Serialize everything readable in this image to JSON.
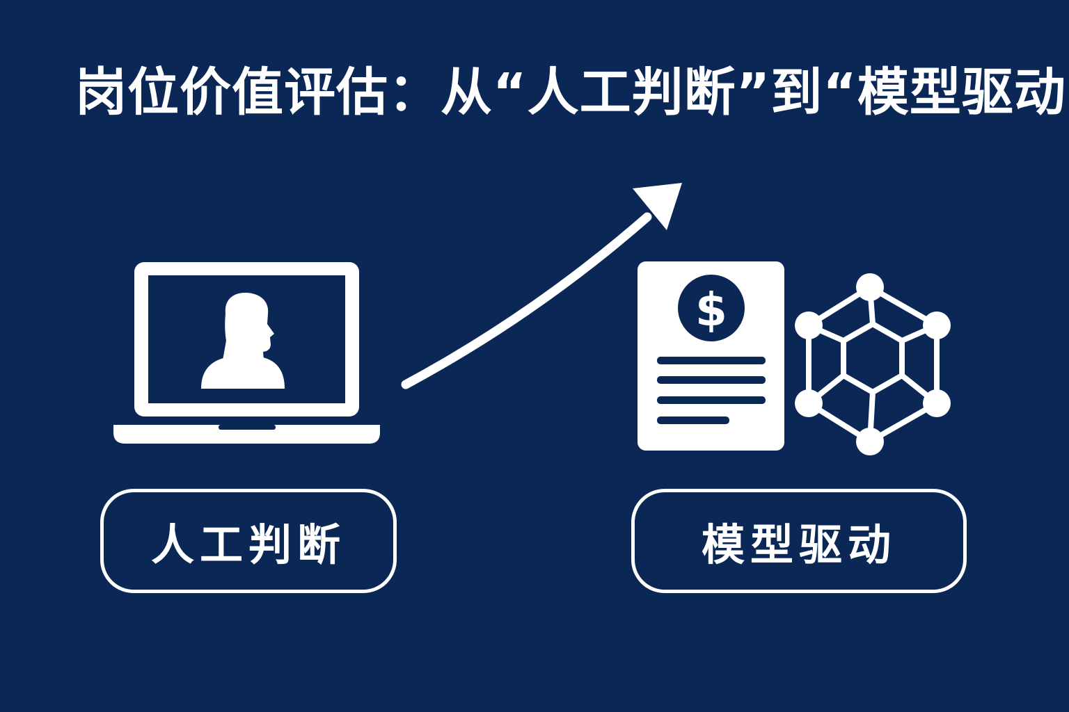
{
  "title": "岗位价值评估：从“人工判断”到“模型驱动",
  "left_label": "人工判断",
  "right_label": "模型驱动",
  "icons": [
    "laptop-person-icon",
    "arrow-up-right-icon",
    "dollar-document-icon",
    "network-hexagon-icon"
  ],
  "colors": {
    "background": "#0b2756",
    "foreground": "#ffffff"
  }
}
